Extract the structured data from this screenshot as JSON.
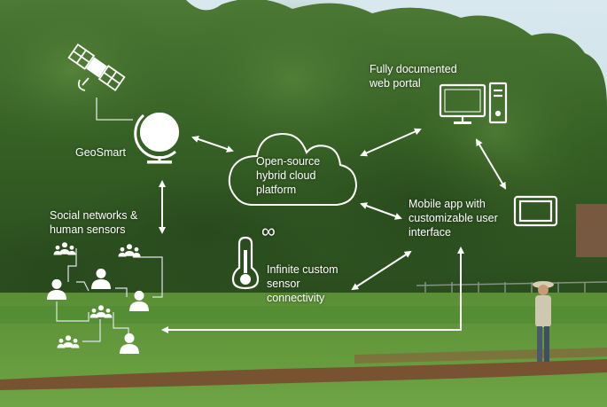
{
  "labels": {
    "geosmart": "GeoSmart",
    "cloud": "Open-source\nhybrid cloud\nplatform",
    "portal": "Fully documented\nweb portal",
    "mobile": "Mobile app with\ncustomizable user\ninterface",
    "social": "Social networks &\nhuman sensors",
    "sensor": "Infinite custom\nsensor\nconnectivity",
    "infinity": "∞"
  },
  "icons": {
    "satellite": "satellite-icon",
    "globe": "globe-icon",
    "cloud": "cloud-icon",
    "desktop": "desktop-computer-icon",
    "tablet": "tablet-icon",
    "thermometer": "thermometer-icon",
    "person": "person-icon",
    "group": "group-icon"
  },
  "colors": {
    "overlay": "#ffffff",
    "sky": "#cfe0ea",
    "foliage": "#3f6a2a",
    "grass": "#5f9a3a",
    "soil": "#7a4a30"
  }
}
